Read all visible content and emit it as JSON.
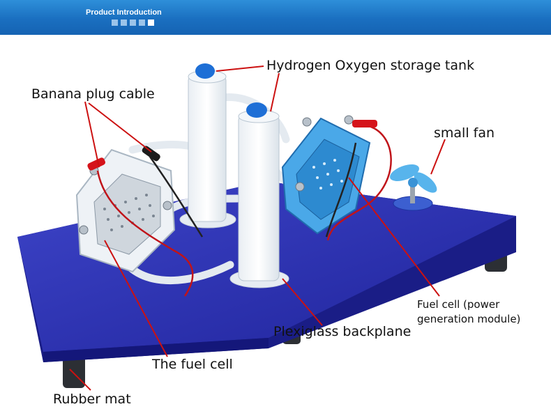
{
  "header": {
    "title": "Product Introduction",
    "bar_color": "#1a6fc0"
  },
  "labels": {
    "tank": "Hydrogen Oxygen storage tank",
    "banana": "Banana plug cable",
    "fan": "small fan",
    "fuel_module_line1": "Fuel cell (power",
    "fuel_module_line2": "generation module)",
    "backplane": "Plexiglass backplane",
    "fuel_cell": "The fuel cell",
    "rubber": "Rubber mat"
  },
  "colors": {
    "pointer": "#cc1111",
    "base_plate": "#2b2fb0",
    "fuel_cell_blue": "#4aa8e8",
    "tank_cap": "#1e6fd6",
    "fan": "#58b4ec"
  }
}
